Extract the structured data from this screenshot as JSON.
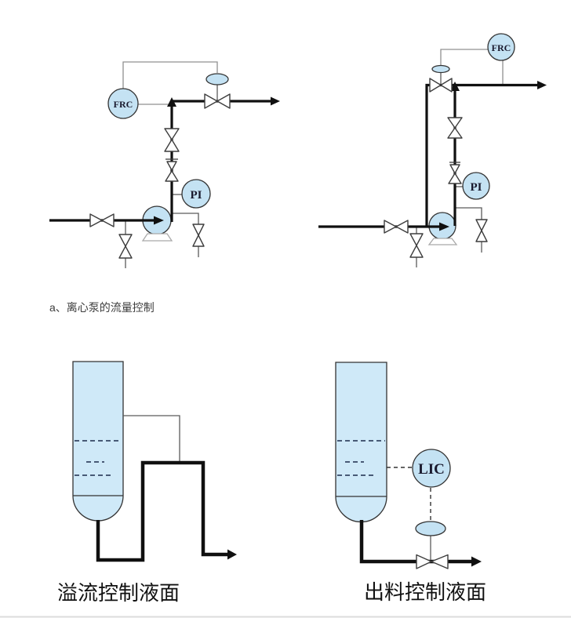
{
  "section": {
    "label": "a、离心泵的流量控制"
  },
  "colors": {
    "instrument_fill": "#c4e2f3",
    "vessel_fill": "#cfe9f8",
    "pipe": "#101010",
    "signal_line": "#909090",
    "valve_outline": "#3d3d3d",
    "caption_text": "#111111"
  },
  "diagram_throttle": {
    "controller_label": "FRC",
    "gauge_label": "PI"
  },
  "diagram_bypass": {
    "controller_label": "FRC",
    "gauge_label": "PI"
  },
  "diagram_overflow": {
    "caption": "溢流控制液面"
  },
  "diagram_discharge": {
    "caption": "出料控制液面",
    "controller_label": "LIC"
  }
}
